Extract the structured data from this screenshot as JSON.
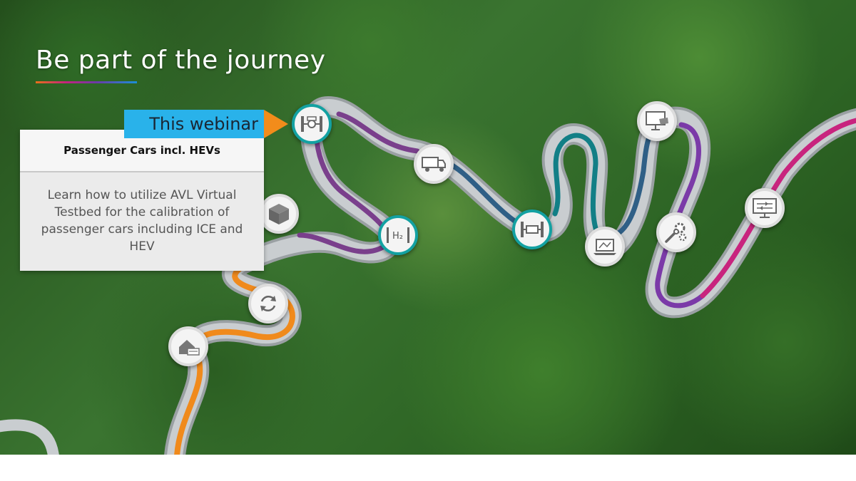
{
  "slide": {
    "title": "Be part of the journey"
  },
  "current_tag": {
    "label": "This webinar"
  },
  "info_card": {
    "heading": "Passenger Cars incl. HEVs",
    "body": "Learn how to utilize AVL Virtual Testbed for the calibration of passenger cars including ICE and HEV"
  },
  "colors": {
    "tag_background": "#29b2ea",
    "tag_arrow": "#f28c1b",
    "active_ring": "#13a1a2",
    "road_orange": "#f08a1c",
    "road_purple": "#7a3f8c",
    "road_blue": "#2f5f86",
    "road_teal": "#127f86",
    "road_violet": "#7b3aa8",
    "road_magenta": "#c8247e"
  },
  "journey_stops": [
    {
      "icon": "house-battery-icon",
      "active": false
    },
    {
      "icon": "refresh-cycle-icon",
      "active": false
    },
    {
      "icon": "box-3d-icon",
      "active": false
    },
    {
      "icon": "passenger-car-powertrain-icon",
      "active": true
    },
    {
      "icon": "truck-icon",
      "active": false
    },
    {
      "icon": "hydrogen-fuelcell-icon",
      "active": true
    },
    {
      "icon": "battery-electric-drivetrain-icon",
      "active": true
    },
    {
      "icon": "laptop-simulation-icon",
      "active": false
    },
    {
      "icon": "monitor-hand-icon",
      "active": false
    },
    {
      "icon": "gears-wrench-icon",
      "active": false
    },
    {
      "icon": "monitor-signals-icon",
      "active": false
    }
  ]
}
